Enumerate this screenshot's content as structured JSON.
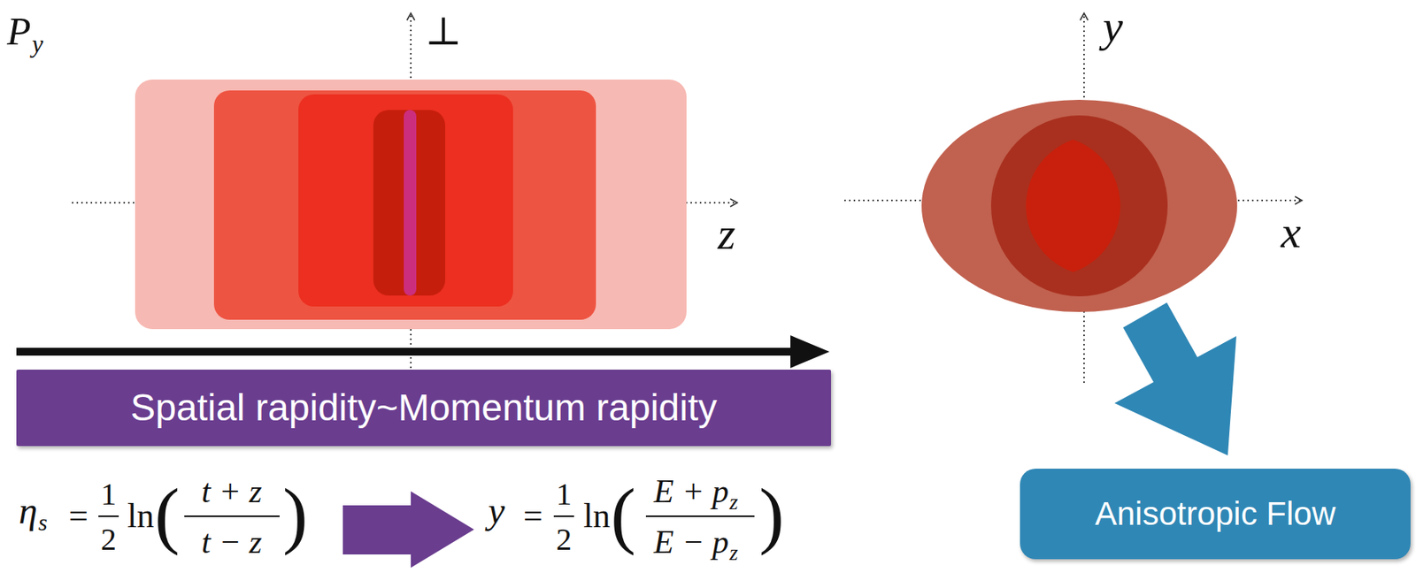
{
  "diagram": {
    "nodes": [
      {
        "text": [
          "Spatial rapidity~Momentum rapidity"
        ]
      },
      {
        "text": [
          "Anisotropic Flow"
        ]
      }
    ],
    "edges": [],
    "labels": [
      "P",
      "y",
      "⊥",
      "z",
      "y",
      "x",
      "η",
      "s",
      "=",
      "1",
      "2",
      "ln",
      "(",
      "t + z",
      "t − z",
      ")",
      "y",
      "=",
      "1",
      "2",
      "ln",
      "(",
      "E + p",
      "z",
      "E − p",
      "z",
      ")"
    ]
  }
}
